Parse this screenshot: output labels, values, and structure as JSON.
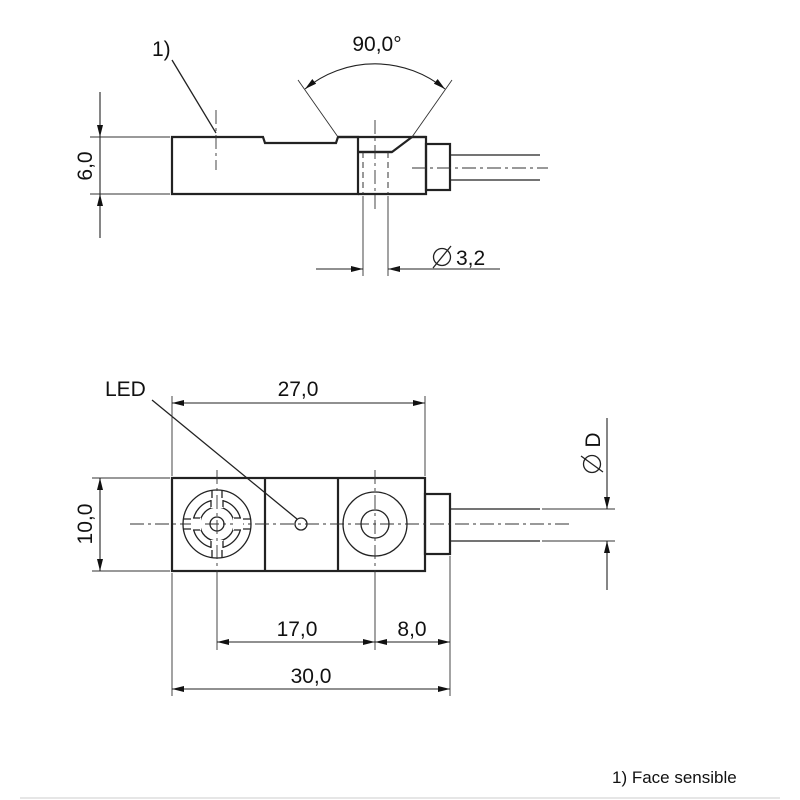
{
  "side_view": {
    "label_face": "1)",
    "dim_angle": "90,0°",
    "dim_height": "6,0",
    "dim_hole_diameter": "3,2"
  },
  "top_view": {
    "label_led": "LED",
    "dim_length_inner": "27,0",
    "dim_width": "10,0",
    "dim_cable_diameter": "D",
    "dim_led_to_hole": "17,0",
    "dim_hole_to_end": "8,0",
    "dim_total_length": "30,0"
  },
  "footnote": "1) Face sensible"
}
